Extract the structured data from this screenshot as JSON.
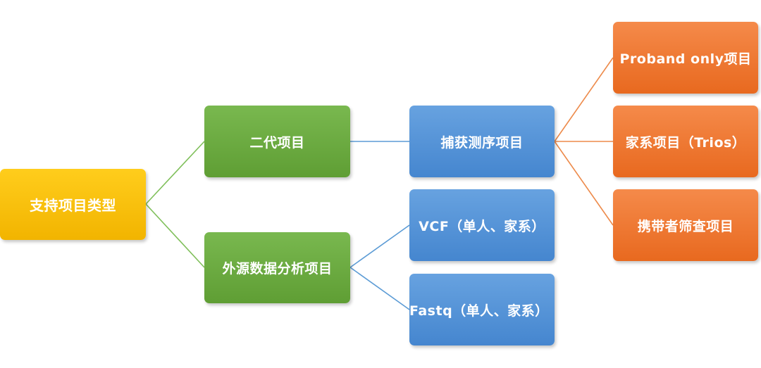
{
  "diagram": {
    "root": {
      "label": "支持项目类型",
      "color": "#f7be0a"
    },
    "level1": [
      {
        "id": "ngs",
        "label": "二代项目",
        "color": "#6aa83f"
      },
      {
        "id": "ext",
        "label": "外源数据分析项目",
        "color": "#6aa83f"
      }
    ],
    "level2": [
      {
        "id": "cap",
        "label": "捕获测序项目",
        "color": "#5593d8"
      },
      {
        "id": "vcf",
        "label": "VCF（单人、家系）",
        "color": "#5593d8"
      },
      {
        "id": "fastq",
        "label": "Fastq（单人、家系）",
        "color": "#5593d8"
      }
    ],
    "level3": [
      {
        "id": "proband",
        "label": "Proband only项目",
        "color": "#ef7a33"
      },
      {
        "id": "trios",
        "label": "家系项目（Trios）",
        "color": "#ef7a33"
      },
      {
        "id": "carrier",
        "label": "携带者筛查项目",
        "color": "#ef7a33"
      }
    ],
    "connector_colors": {
      "green": "#7fbf5a",
      "blue": "#5b9bd5",
      "orange": "#ed8a4a"
    }
  }
}
